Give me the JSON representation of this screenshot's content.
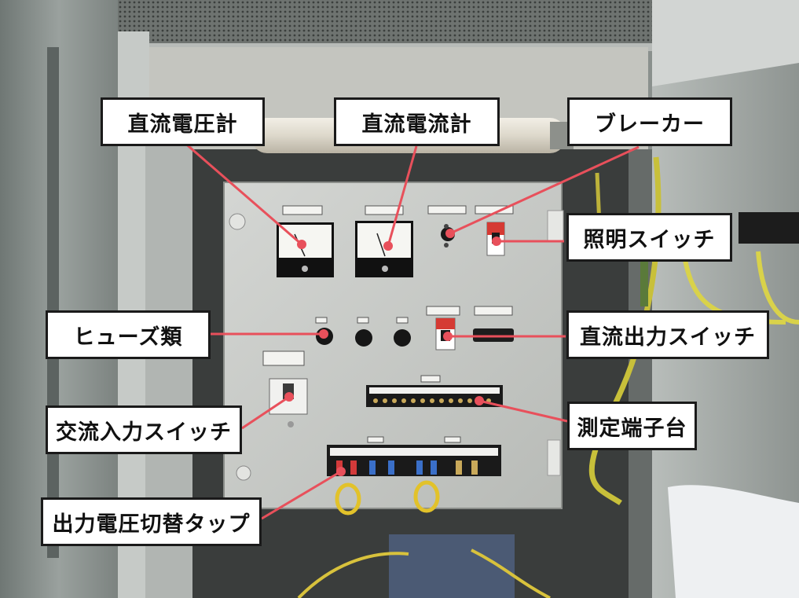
{
  "labels": {
    "dc_voltmeter": "直流電圧計",
    "dc_ammeter": "直流電流計",
    "breaker": "ブレーカー",
    "light_switch": "照明スイッチ",
    "fuses": "ヒューズ類",
    "dc_output_switch": "直流出力スイッチ",
    "ac_input_switch": "交流入力スイッチ",
    "terminal_block": "測定端子台",
    "voltage_tap": "出力電圧切替タップ"
  },
  "colors": {
    "leader_line": "#e8505b",
    "panel": "#c9cbc8",
    "cabinet": "#9aa09d"
  }
}
